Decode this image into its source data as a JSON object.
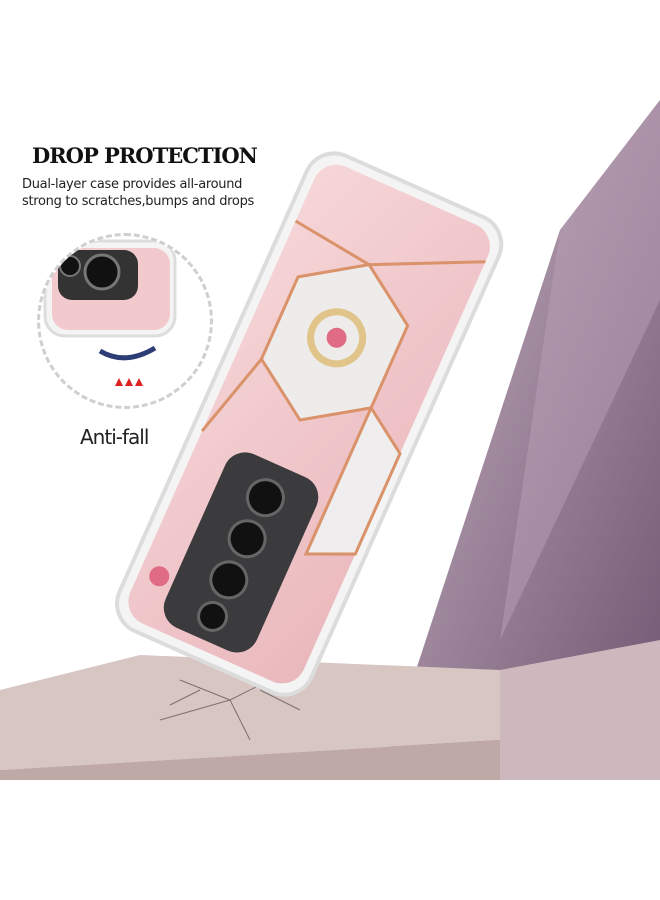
{
  "heading": "DROP PROTECTION",
  "description": {
    "line1": "Dual-layer case provides all-around",
    "line2": "strong to scratches,bumps and drops"
  },
  "inset_label": "Anti-fall",
  "colors": {
    "wall": "#8d6f86",
    "case_pink": "#f2c9cc",
    "frame_gold": "#d9926a",
    "pedestal": "#d8c6c2"
  }
}
